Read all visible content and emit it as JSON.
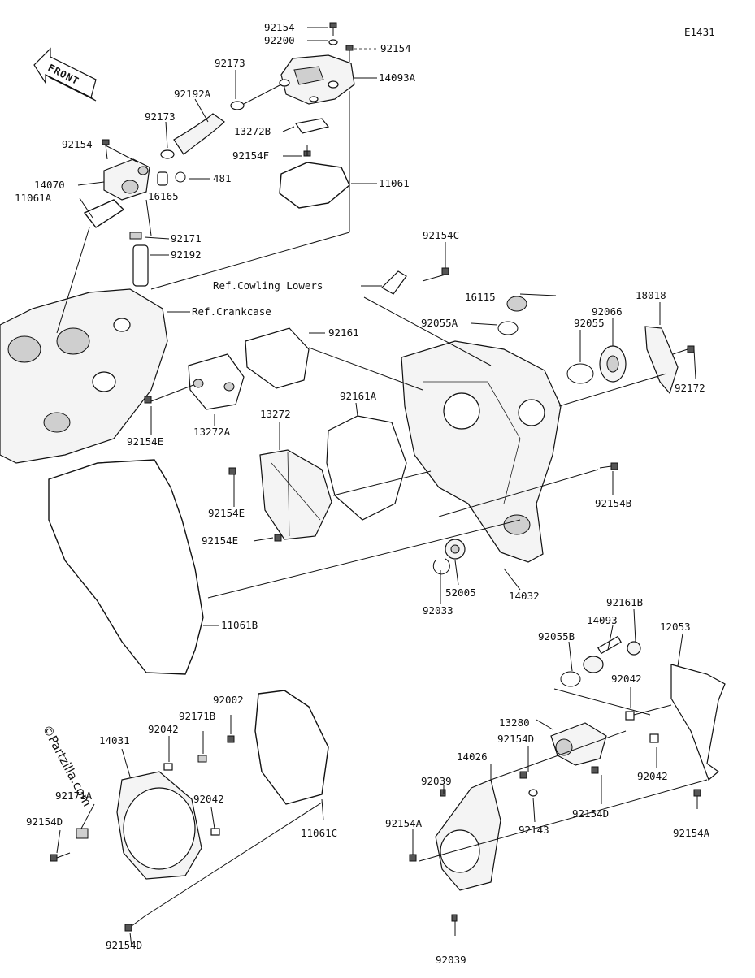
{
  "diagram_id": "E1431",
  "watermark": "©Partzilla.com",
  "front_label": "FRONT",
  "refs": {
    "cowling_lowers": "Ref.Cowling Lowers",
    "crankcase": "Ref.Crankcase"
  },
  "labels": {
    "l92154_top": "92154",
    "l92200": "92200",
    "l92154_right": "92154",
    "l14093A": "14093A",
    "l92173_a": "92173",
    "l92192A": "92192A",
    "l92173_b": "92173",
    "l13272B": "13272B",
    "l92154F": "92154F",
    "l92154_left": "92154",
    "l14070": "14070",
    "l481": "481",
    "l11061": "11061",
    "l11061A": "11061A",
    "l16165": "16165",
    "l92171": "92171",
    "l92192": "92192",
    "l92154C": "92154C",
    "l16115": "16115",
    "l18018": "18018",
    "l92055A": "92055A",
    "l92055": "92055",
    "l92066": "92066",
    "l92161": "92161",
    "l92172": "92172",
    "l92154E_a": "92154E",
    "l13272A": "13272A",
    "l13272": "13272",
    "l92161A": "92161A",
    "l92154E_b": "92154E",
    "l92154B": "92154B",
    "l92154E_c": "92154E",
    "l52005": "52005",
    "l14032": "14032",
    "l92033": "92033",
    "l11061B": "11061B",
    "l92161B": "92161B",
    "l14093": "14093",
    "l92055B": "92055B",
    "l12053": "12053",
    "l92042_r1": "92042",
    "l92002": "92002",
    "l92171B": "92171B",
    "l14031": "14031",
    "l92042_l1": "92042",
    "l13280": "13280",
    "l92154D_r1": "92154D",
    "l14026": "14026",
    "l92042_r2": "92042",
    "l92039_a": "92039",
    "l92171A": "92171A",
    "l92042_l2": "92042",
    "l92154D_l": "92154D",
    "l11061C": "11061C",
    "l92154D_r2": "92154D",
    "l92154A_l": "92154A",
    "l92143": "92143",
    "l92154A_r": "92154A",
    "l92154D_b": "92154D",
    "l92039_b": "92039"
  }
}
